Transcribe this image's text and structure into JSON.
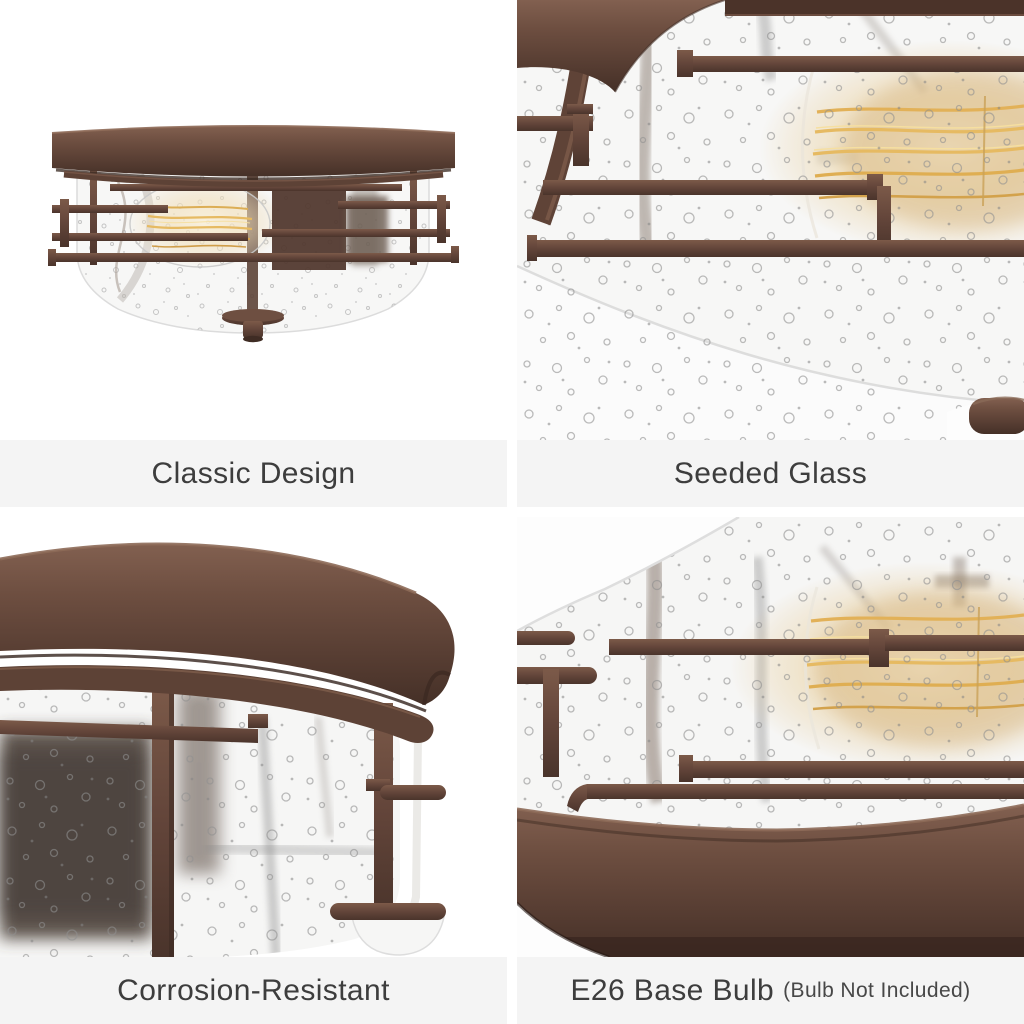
{
  "product_collage": {
    "cards": [
      {
        "id": "classic-design",
        "caption": "Classic Design"
      },
      {
        "id": "seeded-glass",
        "caption": "Seeded Glass"
      },
      {
        "id": "corrosion-resistant",
        "caption": "Corrosion-Resistant"
      },
      {
        "id": "e26-base-bulb",
        "caption": "E26 Base Bulb",
        "note": "(Bulb Not Included)"
      }
    ],
    "colors": {
      "background": "#ffffff",
      "caption_band": "#f4f4f4",
      "caption_text": "#3d3d3d",
      "bronze": "#654639",
      "bronze_dark": "#422e26",
      "bronze_highlight": "#7f5e4d",
      "filament_gold": "#e6ba62",
      "glass": "#f7f7f6",
      "seed_gray": "#8f8f8f"
    }
  }
}
